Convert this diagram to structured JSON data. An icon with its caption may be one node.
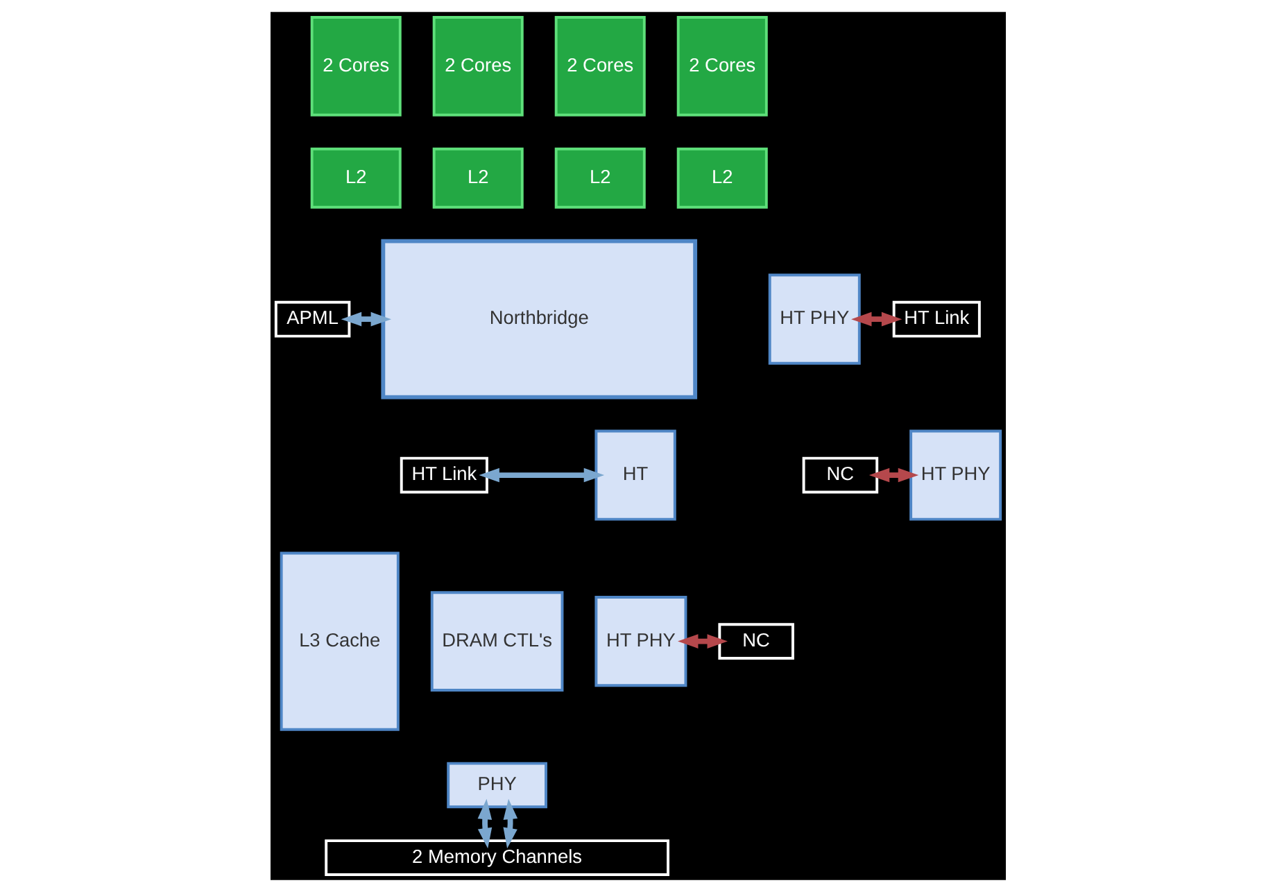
{
  "diagram": {
    "nodes": [
      {
        "text": [
          "2 Cores"
        ]
      },
      {
        "text": [
          "2 Cores"
        ]
      },
      {
        "text": [
          "2 Cores"
        ]
      },
      {
        "text": [
          "2 Cores"
        ]
      },
      {
        "text": [
          "L2"
        ]
      },
      {
        "text": [
          "L2"
        ]
      },
      {
        "text": [
          "L2"
        ]
      },
      {
        "text": [
          "L2"
        ]
      },
      {
        "text": [
          "APML"
        ]
      },
      {
        "text": [
          "Northbridge"
        ]
      },
      {
        "text": [
          "HT PHY"
        ]
      },
      {
        "text": [
          "HT Link"
        ]
      },
      {
        "text": [
          "HT Link"
        ]
      },
      {
        "text": [
          "HT"
        ]
      },
      {
        "text": [
          "HT PHY"
        ]
      },
      {
        "text": [
          "NC"
        ]
      },
      {
        "text": [
          "NC"
        ]
      },
      {
        "text": [
          "HT PHY"
        ]
      },
      {
        "text": [
          "L3 Cache"
        ]
      },
      {
        "text": [
          "DRAM CTL's"
        ]
      },
      {
        "text": [
          "PHY"
        ]
      },
      {
        "text": [
          "2 Memory Channels"
        ]
      }
    ],
    "edges": [
      {
        "from": 8,
        "to": 9,
        "arrow": "both"
      },
      {
        "from": 10,
        "to": 11,
        "arrow": "both",
        "color": "#b5484c"
      },
      {
        "from": 12,
        "to": 13,
        "arrow": "both"
      },
      {
        "from": 14,
        "to": 15,
        "arrow": "both",
        "color": "#b5484c"
      },
      {
        "from": 16,
        "to": 17,
        "arrow": "both",
        "color": "#b5484c"
      },
      {
        "from": 20,
        "to": 21,
        "arrow": "both"
      },
      {
        "from": 20,
        "to": 21,
        "arrow": "both"
      }
    ]
  }
}
